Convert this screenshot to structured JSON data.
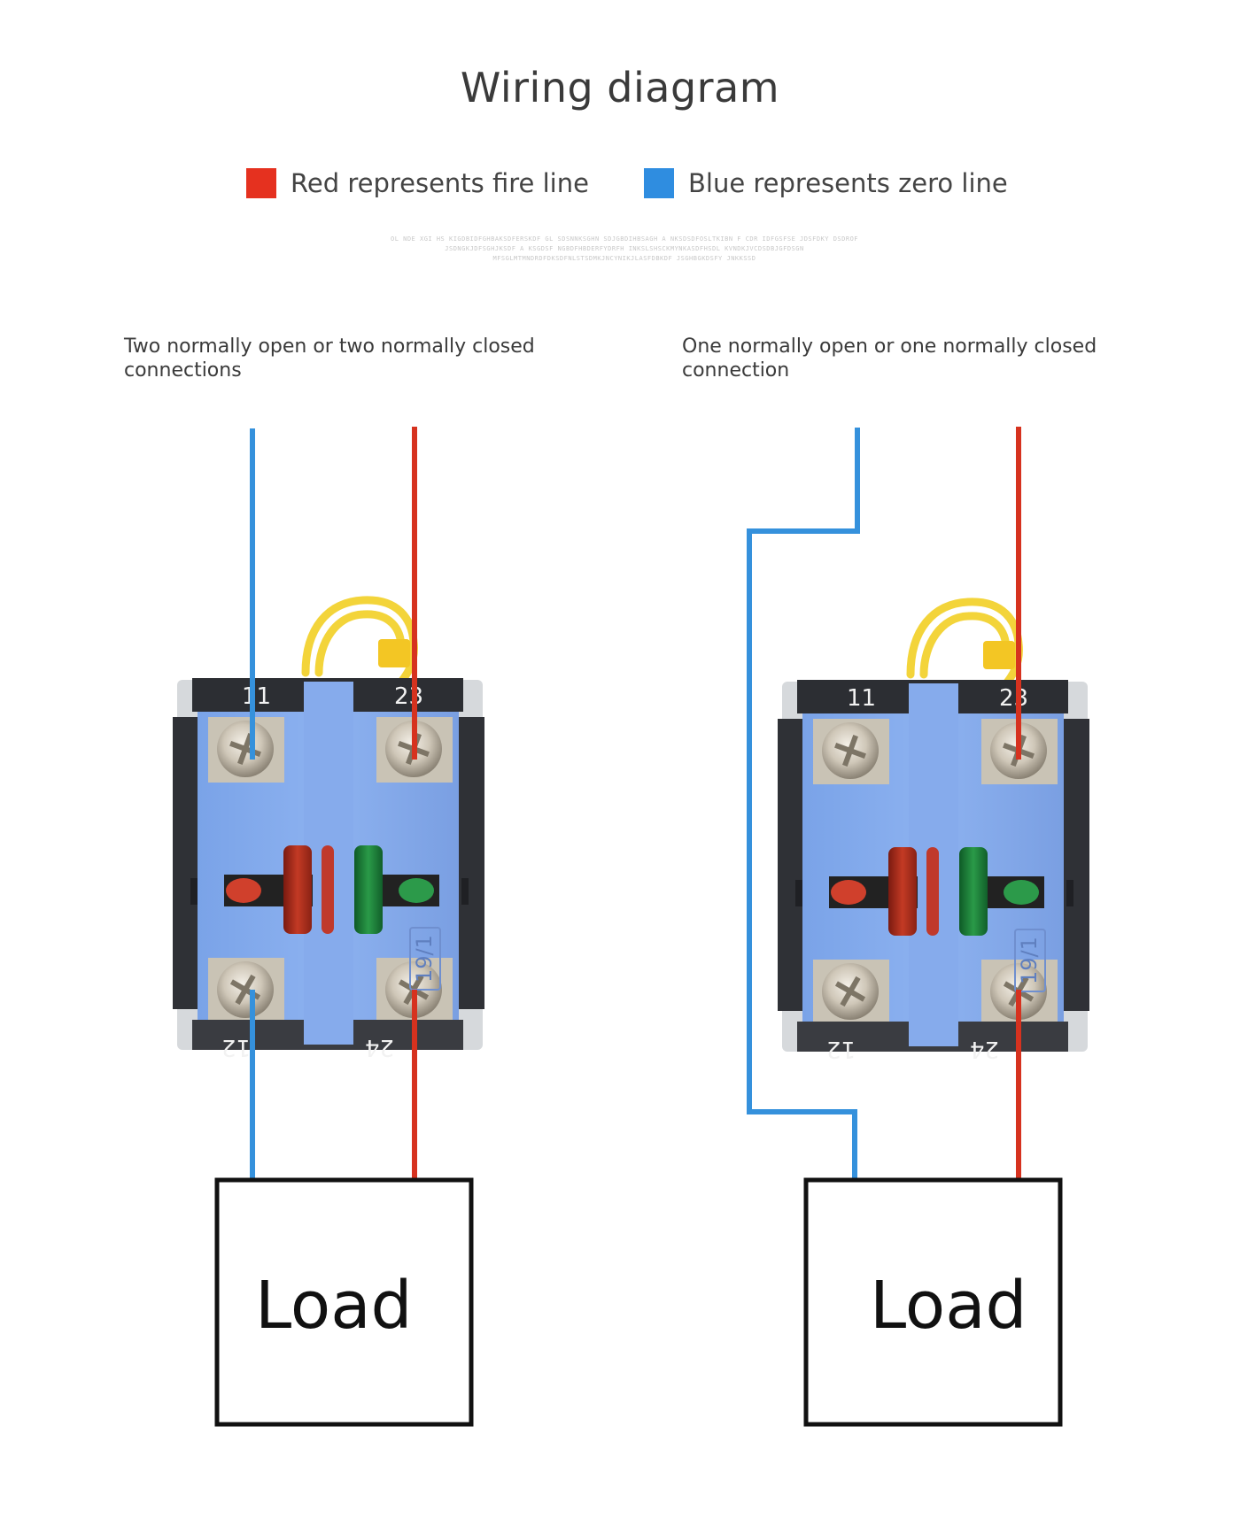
{
  "title": "Wiring diagram",
  "legend": [
    {
      "label": "Red represents fire line",
      "color": "#e5311f"
    },
    {
      "label": "Blue represents zero line",
      "color": "#2f8de0"
    }
  ],
  "fine_print": "OL NDE XGI HS KIGDBIDFGHBAKSDFERSKDF GL SDSNNKSGHN SDJGBDIHBSAGH A NKSDSDFOSLTKIBN F CDR IDFGSFSE JDSFDKY DSDROF JSDNGKJDFSGHJKSDF A KSGDSF NGBDFHBDERFYDRFH INKSLSHSCKMYNKASDFHSDL KVNDKJVCDSDBJGFDSGN MFSGLMTMNDRDFDKSDFNLSTSDMKJNCYNIKJLASFDBKDF JSGHBGKDSFY JNKKSSD",
  "wire_colors": {
    "fire": "#d6321f",
    "zero": "#3591dc"
  },
  "diagrams": [
    {
      "caption_line1": "Two normally open or two normally closed",
      "caption_line2": "connections",
      "terminals_top": [
        "11",
        "23"
      ],
      "terminals_bottom": [
        "12",
        "24"
      ],
      "side_mark": "19/1",
      "load_label": "Load"
    },
    {
      "caption_line1": "One normally open or one normally closed",
      "caption_line2": "connection",
      "terminals_top": [
        "11",
        "23"
      ],
      "terminals_bottom": [
        "12",
        "24"
      ],
      "side_mark": "19/1",
      "load_label": "Load"
    }
  ]
}
